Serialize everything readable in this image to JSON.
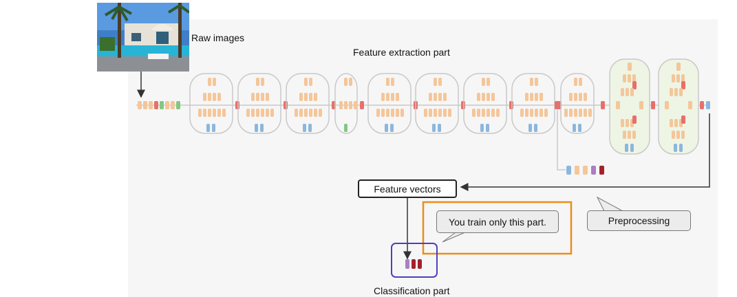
{
  "labels": {
    "raw_images": "Raw images",
    "feature_extraction": "Feature extraction part",
    "feature_vectors": "Feature vectors",
    "train_note": "You train only this part.",
    "preprocessing": "Preprocessing",
    "classification": "Classification part"
  },
  "colors": {
    "conv": "#f4c69a",
    "pool": "#e8706a",
    "concat": "#8bb7de",
    "avgpool": "#84c784",
    "dropout": "#a97fc1",
    "fully_connected": "#a4212b",
    "highlight_orange": "#ea8d1a",
    "highlight_purple": "#4a3fc0",
    "line": "#c9c9c9",
    "arrow": "#333333"
  }
}
